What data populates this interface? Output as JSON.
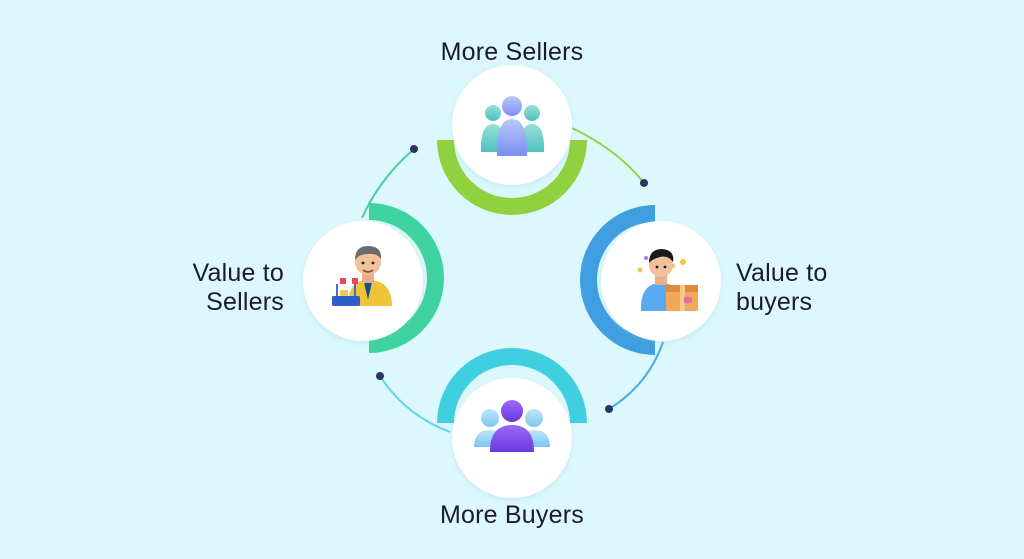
{
  "diagram": {
    "nodes": [
      {
        "id": "more-sellers",
        "lines": [
          "More Sellers"
        ],
        "icon": "sellers-group-icon",
        "arc_color": "#8fd13f"
      },
      {
        "id": "value-to-buyers",
        "lines": [
          "Value to",
          "buyers"
        ],
        "icon": "buyer-with-package-icon",
        "arc_color": "#3f9fe0"
      },
      {
        "id": "more-buyers",
        "lines": [
          "More Buyers"
        ],
        "icon": "buyers-group-icon",
        "arc_color": "#3fcfe0"
      },
      {
        "id": "value-to-sellers",
        "lines": [
          "Value to",
          "Sellers"
        ],
        "icon": "seller-at-shop-icon",
        "arc_color": "#3fd3a0"
      }
    ],
    "colors": {
      "background": "#dcf8fd",
      "connector_green": "#93d44a",
      "connector_blue": "#4aa9e6",
      "connector_cyan": "#5fd6e6",
      "connector_teal": "#46cda3",
      "dot": "#2c3366"
    }
  }
}
